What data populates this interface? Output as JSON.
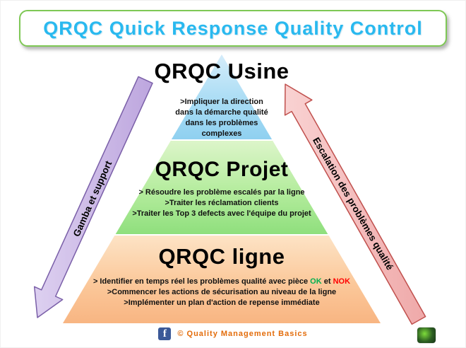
{
  "title": "QRQC Quick Response Quality Control",
  "pyramid": {
    "levels": [
      {
        "heading": "QRQC Usine",
        "body": ">Impliquer la direction\ndans la démarche qualité\ndans les problèmes\ncomplexes"
      },
      {
        "heading": "QRQC Projet",
        "body": "> Résoudre les problème escalés par la ligne\n>Traiter les réclamation clients\n>Traiter les Top 3 defects avec l'équipe du projet"
      },
      {
        "heading": "QRQC ligne",
        "line1_prefix": "> Identifier en temps réel les problèmes qualité avec pièce ",
        "ok_label": "OK",
        "line1_mid": " et ",
        "nok_label": "NOK",
        "body": ">Commencer les actions de sécurisation au niveau de la ligne\n>Implémenter un plan d'action de repense immédiate"
      }
    ]
  },
  "arrows": {
    "left": {
      "label": "Gamba et support"
    },
    "right": {
      "label": "Escalation des problèmes qualité"
    }
  },
  "footer": {
    "facebook_icon": "f",
    "copyright": "© Quality  Management  Basics"
  },
  "colors": {
    "title-color": "#29b9ef",
    "ok-color": "#00b050",
    "nok-color": "#ff0000",
    "facebook-color": "#3b5998",
    "copyright-color": "#e36c0a",
    "usine-fill": "#a6dbf4",
    "projet-fill": "#b4ec9d",
    "ligne-fill": "#fbc89a",
    "left-arrow-fill": "#cdbce8",
    "left-arrow-stroke": "#7a5fa8",
    "right-arrow-fill": "#f6c2c2",
    "right-arrow-stroke": "#c0504d"
  }
}
